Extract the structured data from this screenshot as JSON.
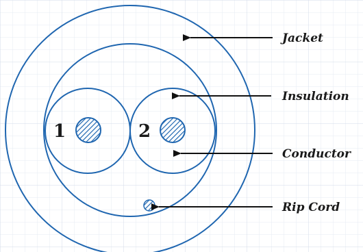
{
  "diagram": {
    "labels": {
      "jacket": "Jacket",
      "insulation": "Insulation",
      "conductor": "Conductor",
      "rip_cord": "Rip Cord"
    },
    "conductor_numbers": [
      "1",
      "2"
    ],
    "colors": {
      "line": "#1f66b0",
      "arrow": "#111111",
      "grid": "#dce3ef",
      "hatch": "#1f66b0"
    }
  }
}
